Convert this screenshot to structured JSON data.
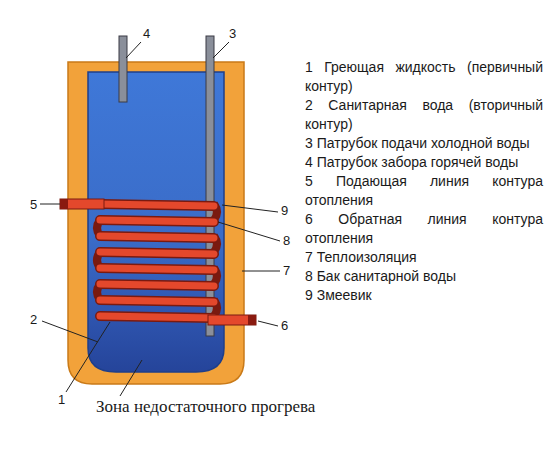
{
  "diagram": {
    "labels": [
      "4",
      "3",
      "9",
      "5",
      "8",
      "7",
      "2",
      "6",
      "1",
      "1 Греющая жидкость (первичный контур)",
      "2 Санитарная вода (вторичный контур)",
      "3 Патрубок подачи холодной воды",
      "4 Патрубок забора горячей воды",
      "5 Подающая линия контура отопления",
      "6 Обратная линия контура отопления",
      "7 Теплоизоляция",
      "8 Бак санитарной воды",
      "9 Змеевик",
      "Зона недостаточного прогрева"
    ]
  }
}
